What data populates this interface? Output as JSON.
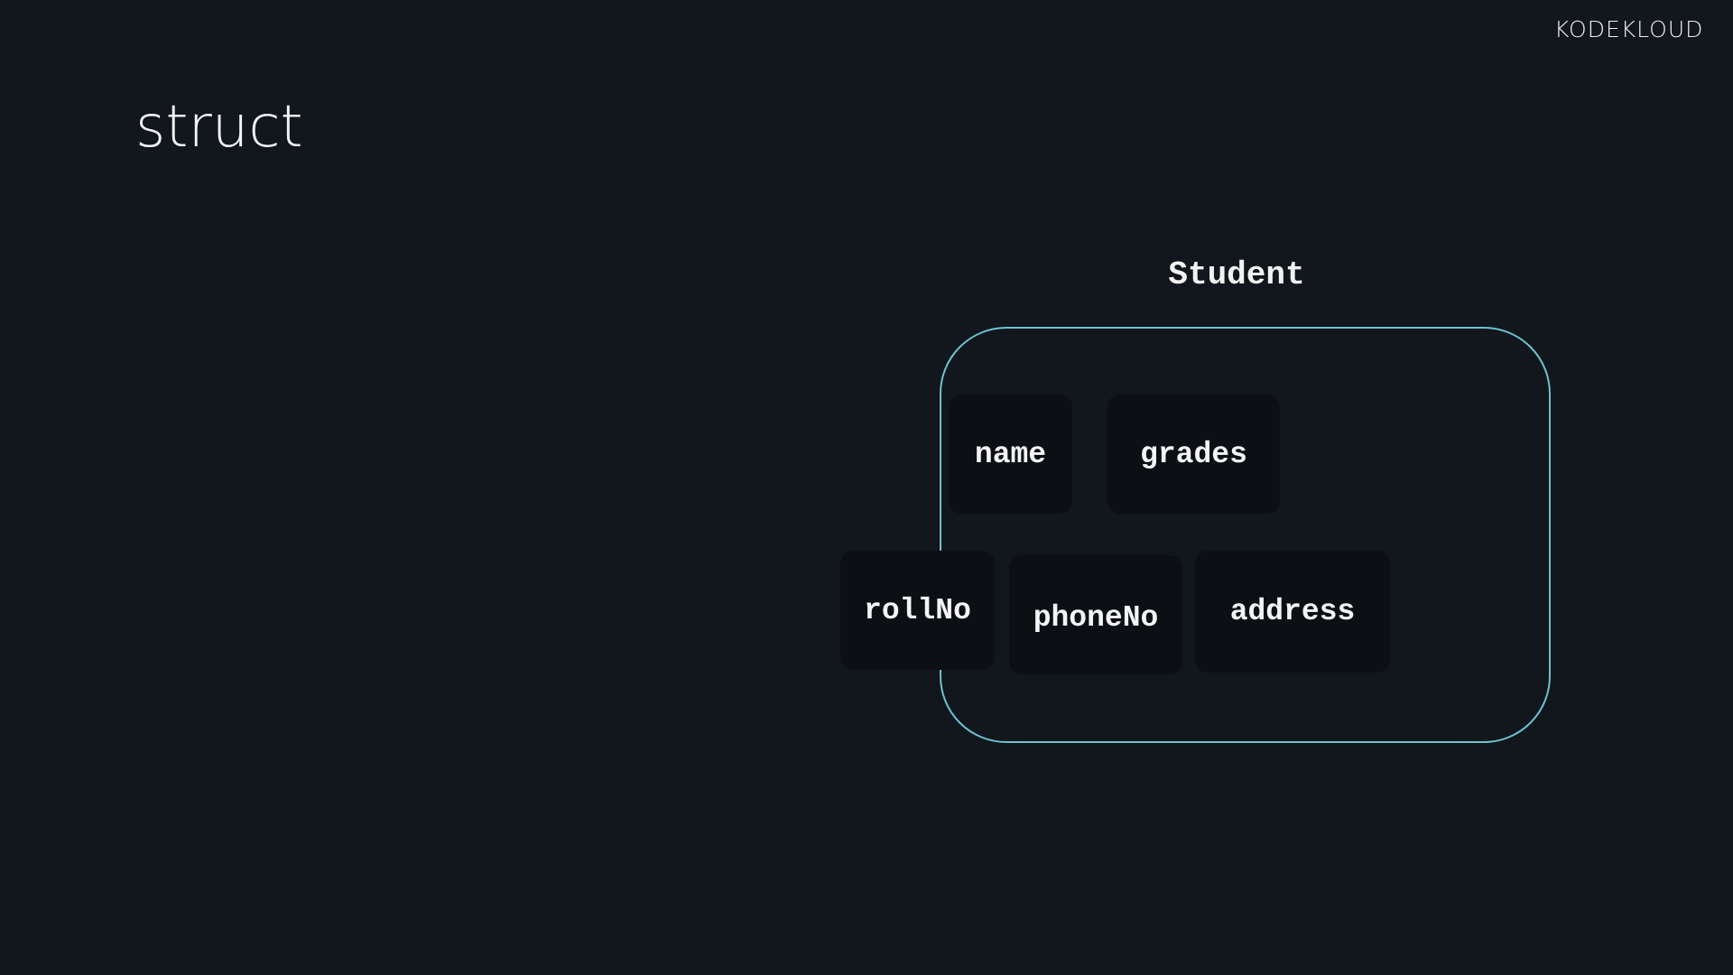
{
  "slide": {
    "title": "struct"
  },
  "brand": {
    "logo_text": "KODEKLOUD"
  },
  "diagram": {
    "struct_name": "Student",
    "fields": [
      "name",
      "grades",
      "rollNo",
      "phoneNo",
      "address"
    ]
  },
  "colors": {
    "background": "#12161d",
    "box_border": "#6cc3cf",
    "field_bg": "#0c0f14"
  }
}
